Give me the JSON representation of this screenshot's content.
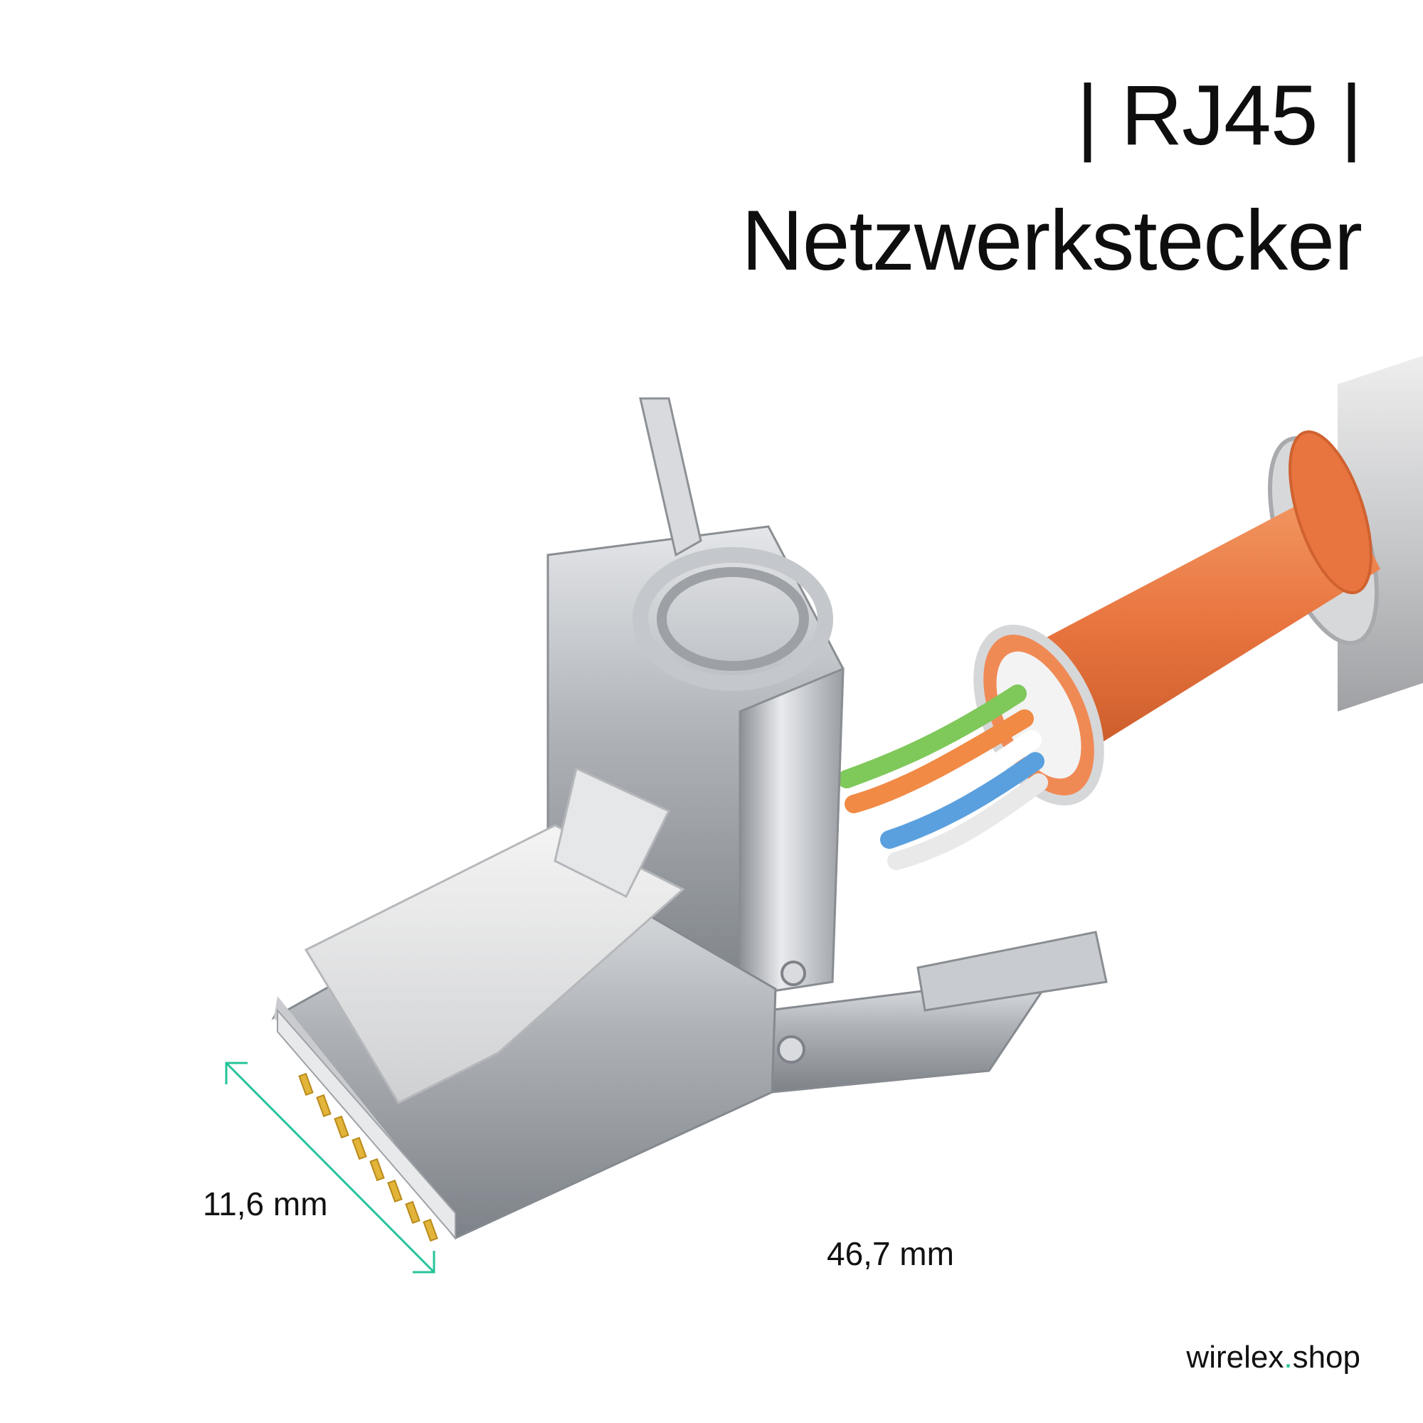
{
  "header": {
    "title_top": "| RJ45 |",
    "title_bottom": "Netzwerkstecker"
  },
  "dimensions": {
    "width_label": "11,6 mm",
    "length_label": "46,7 mm"
  },
  "brand": {
    "name": "wirelex",
    "dot": ".",
    "tld": "shop"
  },
  "colors": {
    "accent": "#26c49a",
    "cable_jacket": "#e8743f",
    "metal": "#b9bcc1",
    "background": "#ffffff"
  }
}
